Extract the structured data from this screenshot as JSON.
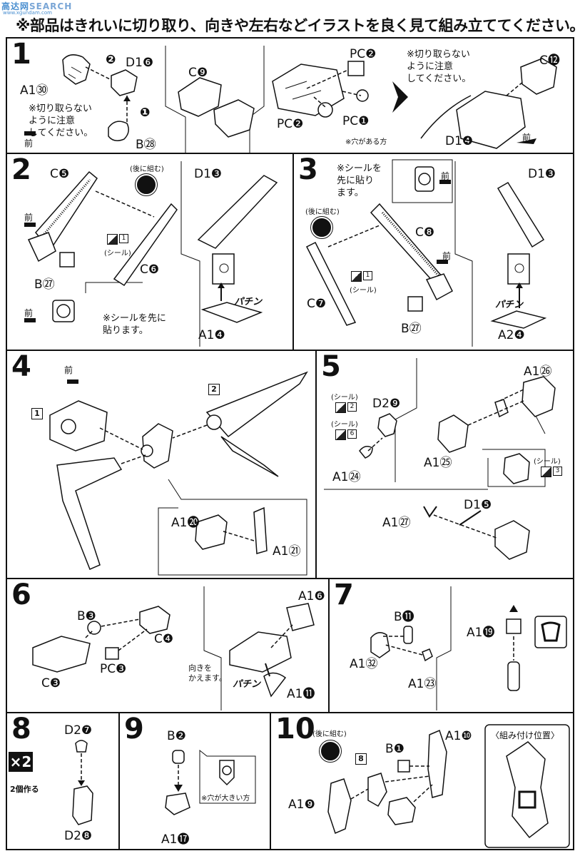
{
  "header": {
    "logo_text": "高达网",
    "logo_search": "SEARCH",
    "logo_sub": "www.xgundam.com",
    "instruction": "※部品はきれいに切り取り、向きや左右などイラストを良く見て組み立ててください。"
  },
  "common": {
    "front": "前",
    "assemble_later": "(後に組む)",
    "sticker": "(シール)",
    "patin": "パチン"
  },
  "step1": {
    "number": "1",
    "parts": {
      "a130": "A1㉚",
      "d16": "D1❻",
      "b28": "B㉘",
      "c9": "C❾",
      "pc2a": "PC❷",
      "pc2b": "PC❷",
      "pc1": "PC❶",
      "c12": "C⓬",
      "d14": "D1❹"
    },
    "note_cut_left": "※切り取らない\nように注意\nしてください。",
    "note_cut_right": "※切り取らない\nように注意\nしてください。",
    "note_hole": "※穴がある方",
    "seq1": "❶",
    "seq2": "❷"
  },
  "step2": {
    "number": "2",
    "parts": {
      "c5": "C❺",
      "c6": "C❻",
      "b27": "B㉗",
      "d13": "D1❸",
      "a14": "A1❹"
    },
    "sticker_no": "1",
    "note_sticker_first": "※シールを先に\n貼ります。"
  },
  "step3": {
    "number": "3",
    "parts": {
      "c8": "C❽",
      "c7": "C❼",
      "b27": "B㉗",
      "d13": "D1❸",
      "a24": "A2❹"
    },
    "sticker_no": "1",
    "note_sticker_first": "※シールを\n先に貼り\nます。"
  },
  "step4": {
    "number": "4",
    "ref1": "1",
    "ref2": "2",
    "parts": {
      "a120": "A1⓴",
      "a121": "A1㉑"
    }
  },
  "step5": {
    "number": "5",
    "parts": {
      "a126": "A1㉖",
      "d29": "D2❾",
      "a124": "A1㉔",
      "a125": "A1㉕",
      "a127": "A1㉗",
      "d15": "D1❺"
    },
    "sticker_nos": [
      "2",
      "6",
      "3"
    ]
  },
  "step6": {
    "number": "6",
    "parts": {
      "b3": "B❸",
      "c4": "C❹",
      "c3": "C❸",
      "pc3": "PC❸",
      "a16": "A1❻",
      "a111": "A1⓫"
    },
    "note_turn": "向きを\nかえます。"
  },
  "step7": {
    "number": "7",
    "parts": {
      "b11": "B⓫",
      "a132": "A1㉜",
      "a123": "A1㉓",
      "a119": "A1⓳"
    }
  },
  "step8": {
    "number": "8",
    "badge": "×2",
    "make_two": "2個作る",
    "parts": {
      "d27": "D2❼",
      "d28": "D2❽"
    }
  },
  "step9": {
    "number": "9",
    "parts": {
      "b2": "B❷",
      "a117": "A1⓱"
    },
    "note_big_hole": "※穴が大きい方"
  },
  "step10": {
    "number": "10",
    "ref8": "8",
    "parts": {
      "b1": "B❶",
      "a110": "A1❿",
      "a19": "A1❾"
    },
    "position_label": "〈組み付け位置〉"
  }
}
